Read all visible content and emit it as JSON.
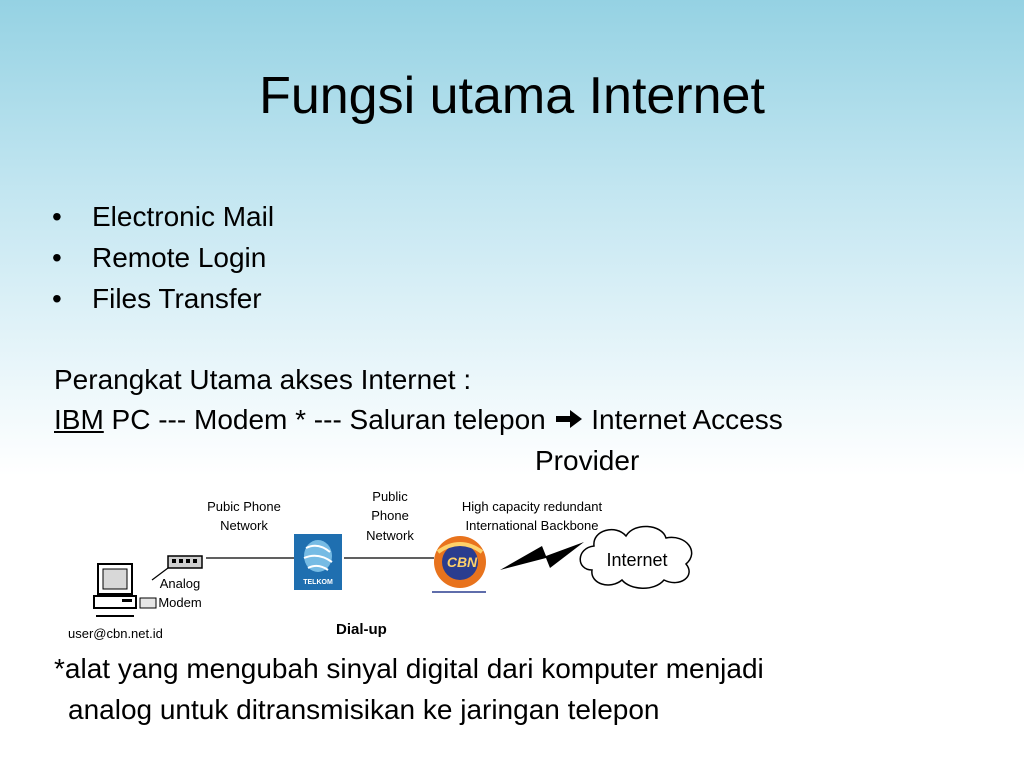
{
  "slide": {
    "title": "Fungsi utama Internet",
    "bullets": [
      {
        "label": "Electronic Mail"
      },
      {
        "label": "Remote Login"
      },
      {
        "label": "Files Transfer"
      }
    ],
    "bullet_char": "•",
    "devices_heading": "Perangkat Utama akses Internet :",
    "chain": {
      "ibm": "IBM",
      "middle": " PC --- Modem * --- Saluran telepon ",
      "arrow_icon": "right-arrow-icon",
      "end": " Internet Access",
      "end2": "Provider"
    },
    "footnote": {
      "line1": "*alat yang mengubah sinyal digital dari komputer menjadi",
      "line2": "analog untuk ditransmisikan ke jaringan telepon"
    }
  },
  "diagram": {
    "label_pubic_1": "Pubic Phone",
    "label_pubic_2": "Network",
    "label_public_1": "Public",
    "label_public_2": "Phone",
    "label_public_3": "Network",
    "label_backbone_1": "High capacity redundant",
    "label_backbone_2": "International Backbone",
    "label_internet": "Internet",
    "label_modem_1": "Analog",
    "label_modem_2": "Modem",
    "label_user": "user@cbn.net.id",
    "label_dialup": "Dial-up",
    "label_telkom": "TELKOM",
    "label_cbn": "CBN",
    "colors": {
      "telkom": "#1f6fb0",
      "cbn_orange": "#e8731d",
      "cbn_blue": "#2a3d8f"
    }
  }
}
